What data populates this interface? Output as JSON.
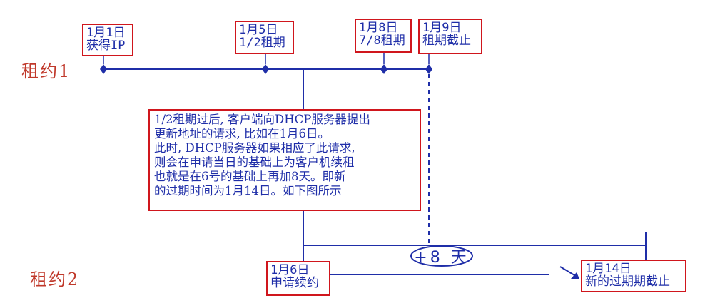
{
  "lease1": {
    "label": "租约1",
    "events": [
      {
        "line1": "1月1日",
        "line2": "获得IP"
      },
      {
        "line1": "1月5日",
        "line2": "1/2租期"
      },
      {
        "line1": "1月8日",
        "line2": "7/8租期"
      },
      {
        "line1": "1月9日",
        "line2": "租期截止"
      }
    ]
  },
  "note": {
    "lines": [
      "1/2租期过后, 客户端向DHCP服务器提出",
      "更新地址的请求, 比如在1月6日。",
      "此时, DHCP服务器如果相应了此请求,",
      "则会在申请当日的基础上为客户机续租",
      "也就是在6号的基础上再加8天。即新",
      "的过期时间为1月14日。如下图所示"
    ]
  },
  "lease2": {
    "label": "租约2",
    "start": {
      "line1": "1月6日",
      "line2": "申请续约"
    },
    "end": {
      "line1": "1月14日",
      "line2": "新的过期期截止"
    },
    "extension": "+8 天"
  },
  "colors": {
    "line": "#1f2ea8",
    "frame": "#d0161d",
    "label": "#c0392b"
  }
}
